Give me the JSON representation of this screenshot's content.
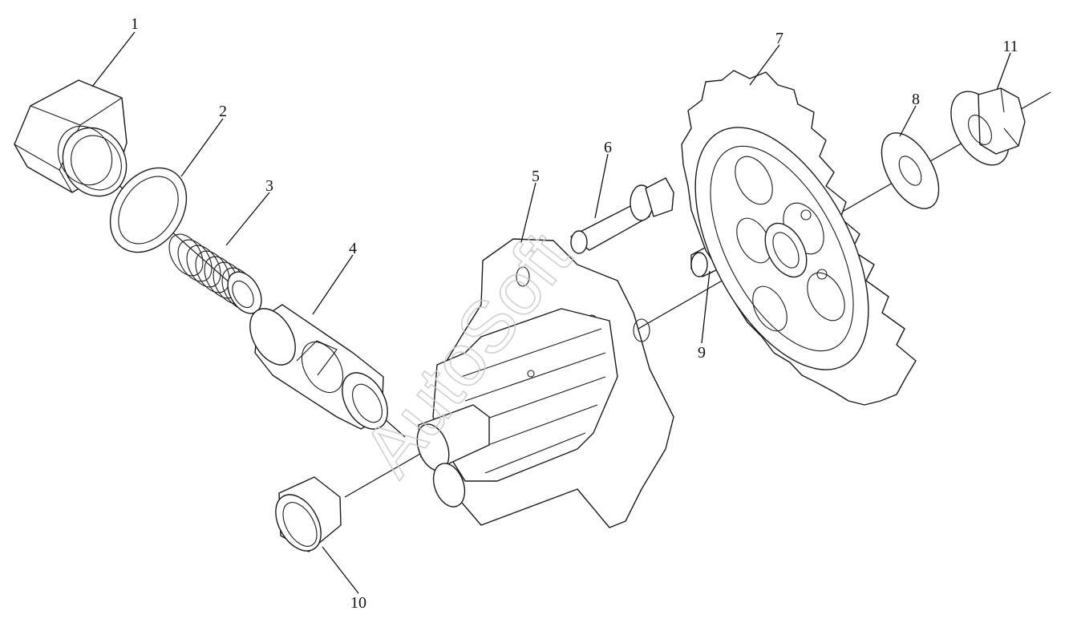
{
  "watermark": "AutoSoft",
  "callouts": [
    {
      "id": "1",
      "label": "1"
    },
    {
      "id": "2",
      "label": "2"
    },
    {
      "id": "3",
      "label": "3"
    },
    {
      "id": "4",
      "label": "4"
    },
    {
      "id": "5",
      "label": "5"
    },
    {
      "id": "6",
      "label": "6"
    },
    {
      "id": "7",
      "label": "7"
    },
    {
      "id": "8",
      "label": "8"
    },
    {
      "id": "9",
      "label": "9"
    },
    {
      "id": "10",
      "label": "10"
    },
    {
      "id": "11",
      "label": "11"
    }
  ],
  "colors": {
    "line": "#1a1a1a",
    "background": "#ffffff",
    "watermark": "#c8c8c8"
  }
}
